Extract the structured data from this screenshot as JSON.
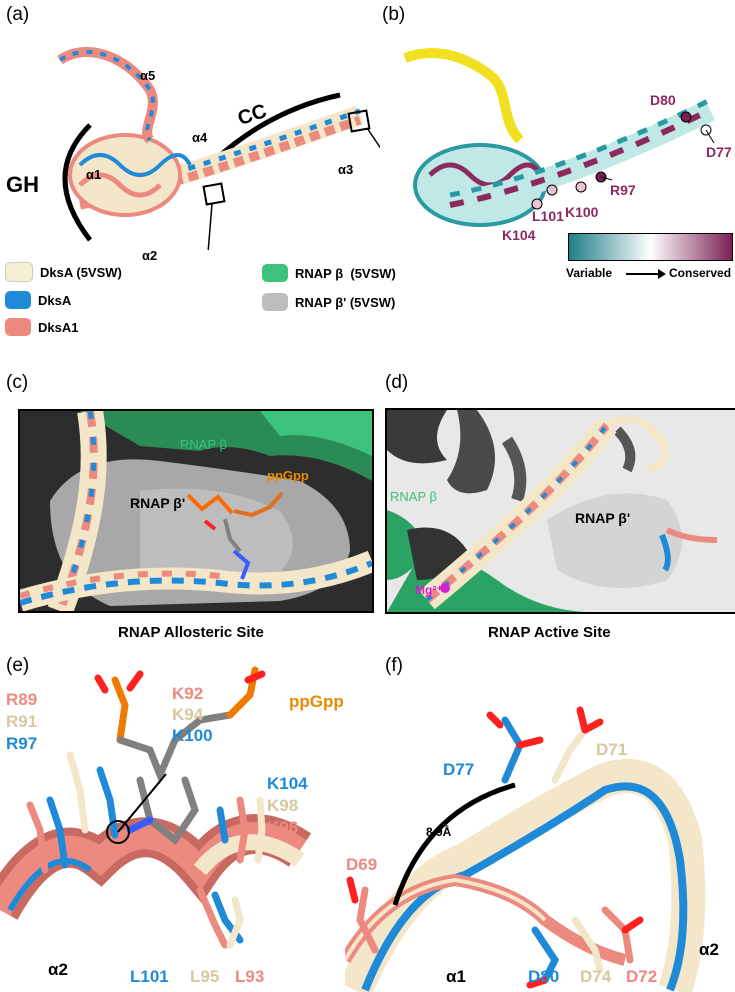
{
  "panels": {
    "a": {
      "label": "(a)",
      "helices": [
        "α1",
        "α2",
        "α3",
        "α4",
        "α5"
      ],
      "domains": {
        "gh": "GH",
        "cc": "CC"
      }
    },
    "b": {
      "label": "(b)",
      "residues": [
        "D80",
        "D77",
        "R97",
        "K100",
        "L101",
        "K104"
      ],
      "scale": {
        "left": "Variable",
        "right": "Conserved",
        "colors": [
          "#1d7f86",
          "#ffffff",
          "#7a1f52"
        ]
      }
    },
    "legend": {
      "entries": [
        {
          "label": "DksA (5VSW)",
          "color": "#f7efd3"
        },
        {
          "label": "DksA",
          "color": "#1f8ad8"
        },
        {
          "label": "DksA1",
          "color": "#ec8a80"
        },
        {
          "label": "RNAP β  (5VSW)",
          "color": "#3cc27a"
        },
        {
          "label": "RNAP β' (5VSW)",
          "color": "#bdbdbd"
        }
      ]
    },
    "c": {
      "label": "(c)",
      "rnap_beta": "RNAP β",
      "rnap_beta_prime": "RNAP β'",
      "ligand": "ppGpp",
      "caption": "RNAP Allosteric Site"
    },
    "d": {
      "label": "(d)",
      "rnap_beta": "RNAP β",
      "rnap_beta_prime": "RNAP β'",
      "ion": "Mg²⁺",
      "caption": "RNAP Active Site"
    },
    "e": {
      "label": "(e)",
      "ligand": "ppGpp",
      "res_left": [
        "R89",
        "R91",
        "R97"
      ],
      "res_mid": [
        "K92",
        "K94",
        "K100"
      ],
      "res_right": [
        "K104",
        "K98",
        "K96"
      ],
      "res_bottom": [
        "L101",
        "L95",
        "L93"
      ],
      "helix": "α2"
    },
    "f": {
      "label": "(f)",
      "top": [
        "D77",
        "D71"
      ],
      "left": "D69",
      "distance": "8.9Å",
      "bottom": [
        "D80",
        "D74",
        "D72"
      ],
      "helices": [
        "α1",
        "α2"
      ]
    }
  }
}
